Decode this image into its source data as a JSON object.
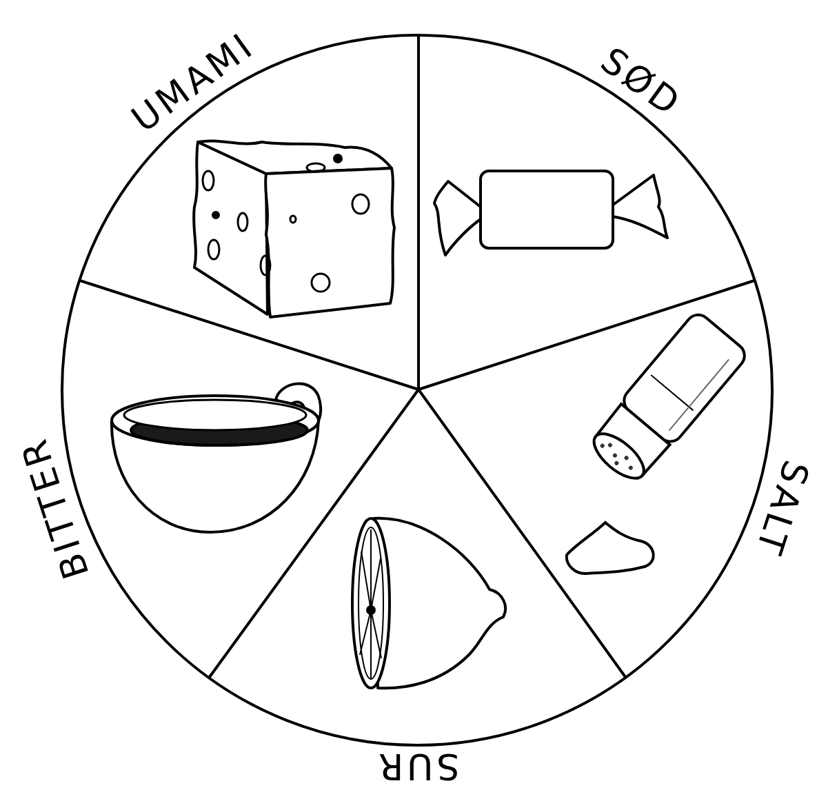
{
  "diagram": {
    "labels": [
      "UMAMI",
      "SØD",
      "SALT",
      "SUR",
      "BITTER"
    ]
  }
}
